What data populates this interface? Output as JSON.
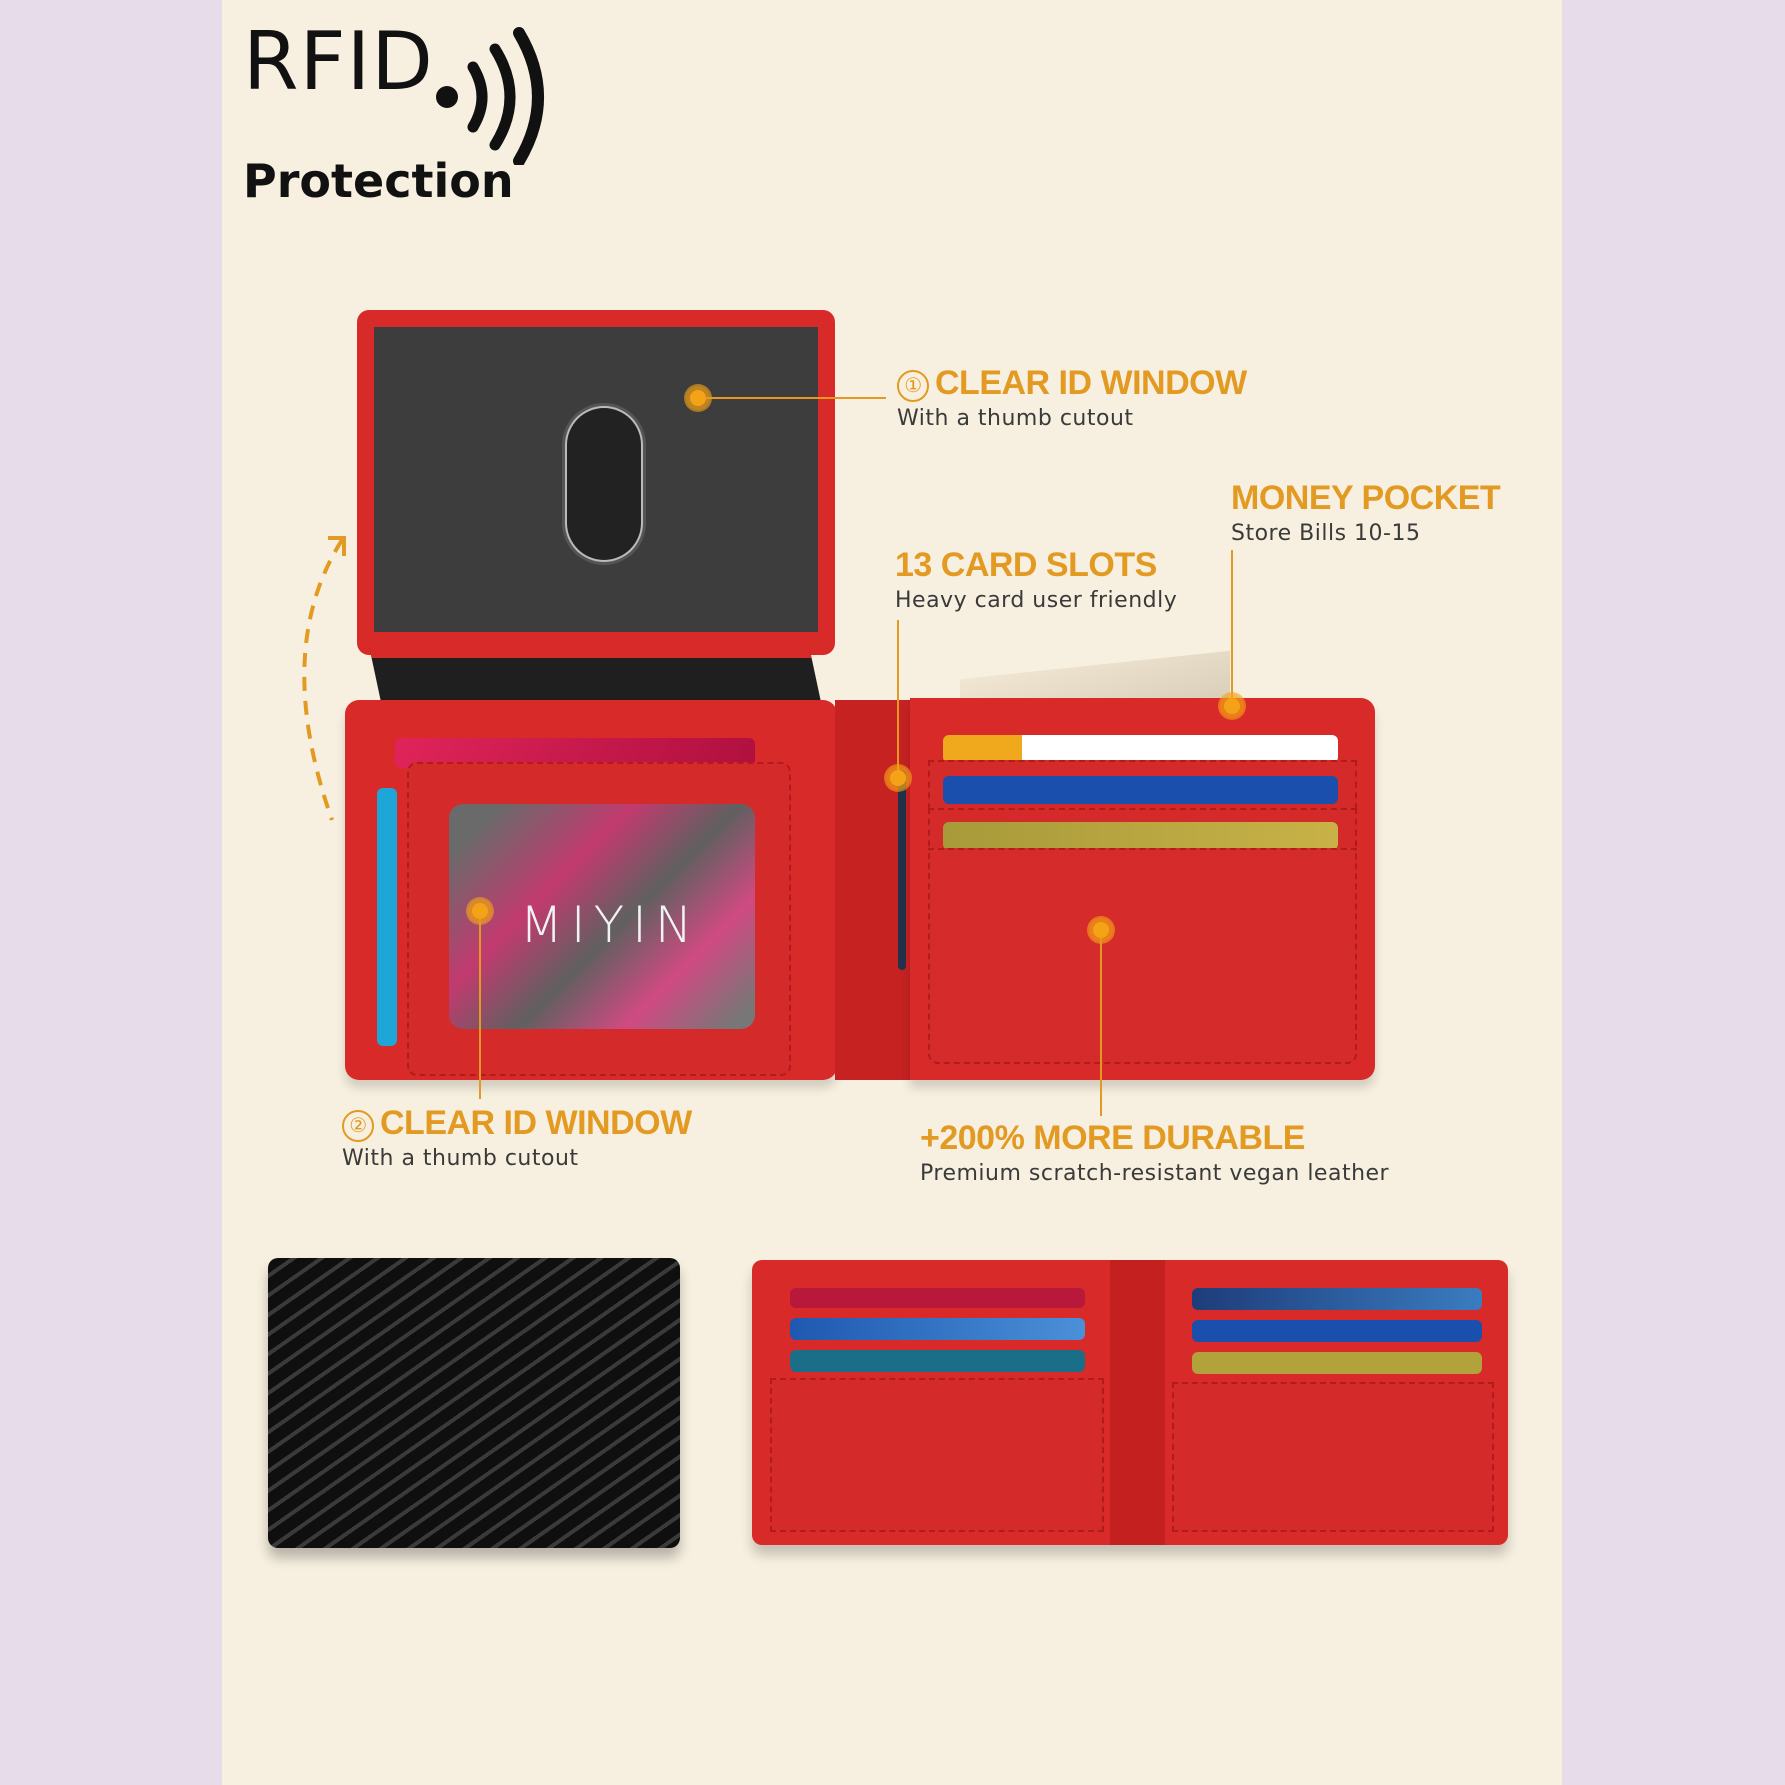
{
  "header": {
    "title": "RFID",
    "subtitle": "Protection",
    "icon": "rfid-signal-icon"
  },
  "brand": {
    "logo_text": "MIYIN"
  },
  "features": [
    {
      "number": "①",
      "title": "CLEAR ID WINDOW",
      "subtitle": "With a thumb cutout"
    },
    {
      "number": "",
      "title": "MONEY POCKET",
      "subtitle": "Store Bills 10-15"
    },
    {
      "number": "",
      "title": "13 CARD SLOTS",
      "subtitle": "Heavy card user friendly"
    },
    {
      "number": "②",
      "title": "CLEAR ID WINDOW",
      "subtitle": "With a thumb cutout"
    },
    {
      "number": "",
      "title": "+200% MORE DURABLE",
      "subtitle": "Premium scratch-resistant vegan leather"
    }
  ],
  "colors": {
    "accent": "#e39a22",
    "leather_red": "#d92a2a",
    "panel_bg": "#f7f0e0",
    "outer_bg": "#e6dcea",
    "carbon_black": "#1a1a1a"
  },
  "products": [
    {
      "variant": "open-with-id-flap",
      "color": "red"
    },
    {
      "variant": "closed",
      "color": "black carbon fiber"
    },
    {
      "variant": "open",
      "color": "red"
    }
  ]
}
